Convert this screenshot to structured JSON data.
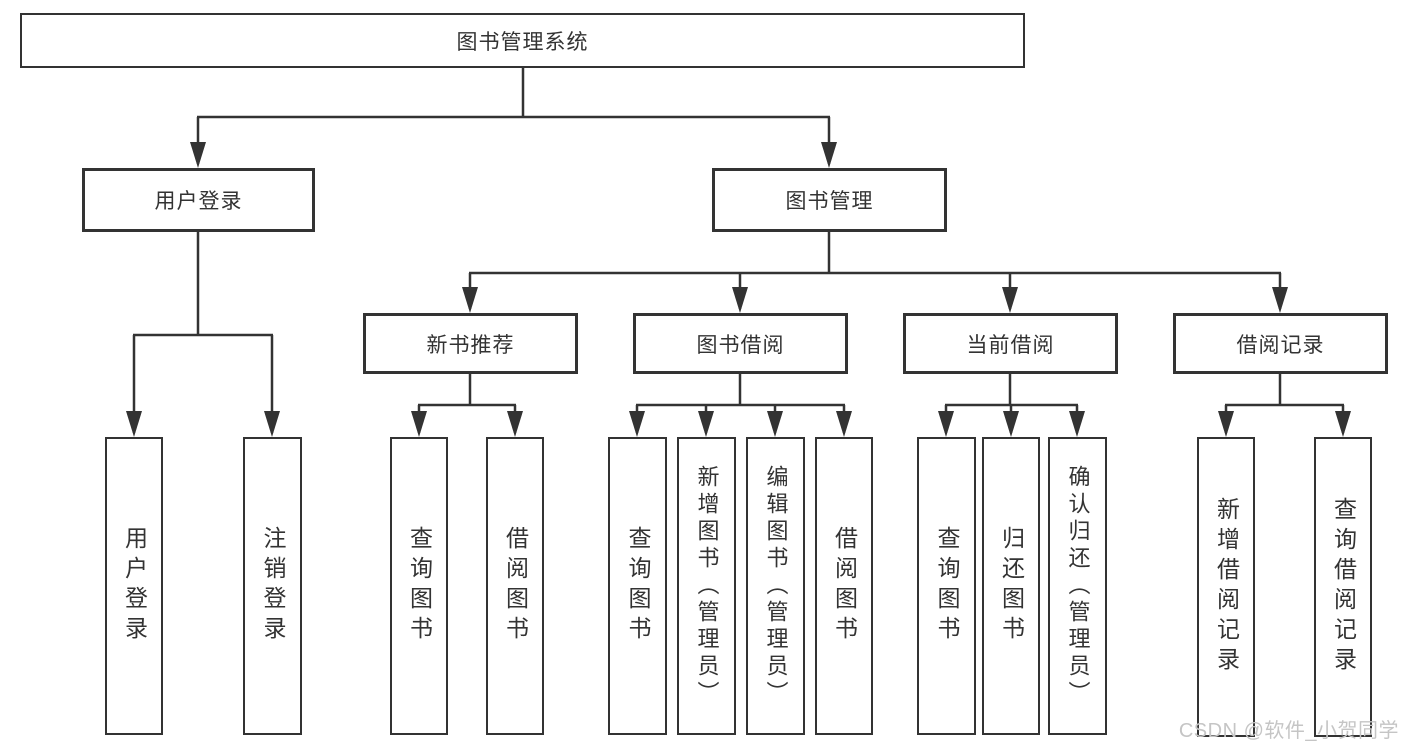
{
  "diagram": {
    "root": "图书管理系统",
    "level2": [
      "用户登录",
      "图书管理"
    ],
    "level3": [
      "新书推荐",
      "图书借阅",
      "当前借阅",
      "借阅记录"
    ],
    "leaves": {
      "user_login": [
        "用户登录",
        "注销登录"
      ],
      "new_book_recommend": [
        "查询图书",
        "借阅图书"
      ],
      "book_borrow": [
        "查询图书",
        "新增图书（管理员）",
        "编辑图书（管理员）",
        "借阅图书"
      ],
      "current_borrow": [
        "查询图书",
        "归还图书",
        "确认归还（管理员）"
      ],
      "borrow_records": [
        "新增借阅记录",
        "查询借阅记录"
      ]
    }
  },
  "watermark": "CSDN @软件_小贺同学",
  "colors": {
    "line": "#333333",
    "border": "#333333",
    "text": "#333333",
    "background": "#ffffff",
    "watermark": "#c5c5c5"
  }
}
